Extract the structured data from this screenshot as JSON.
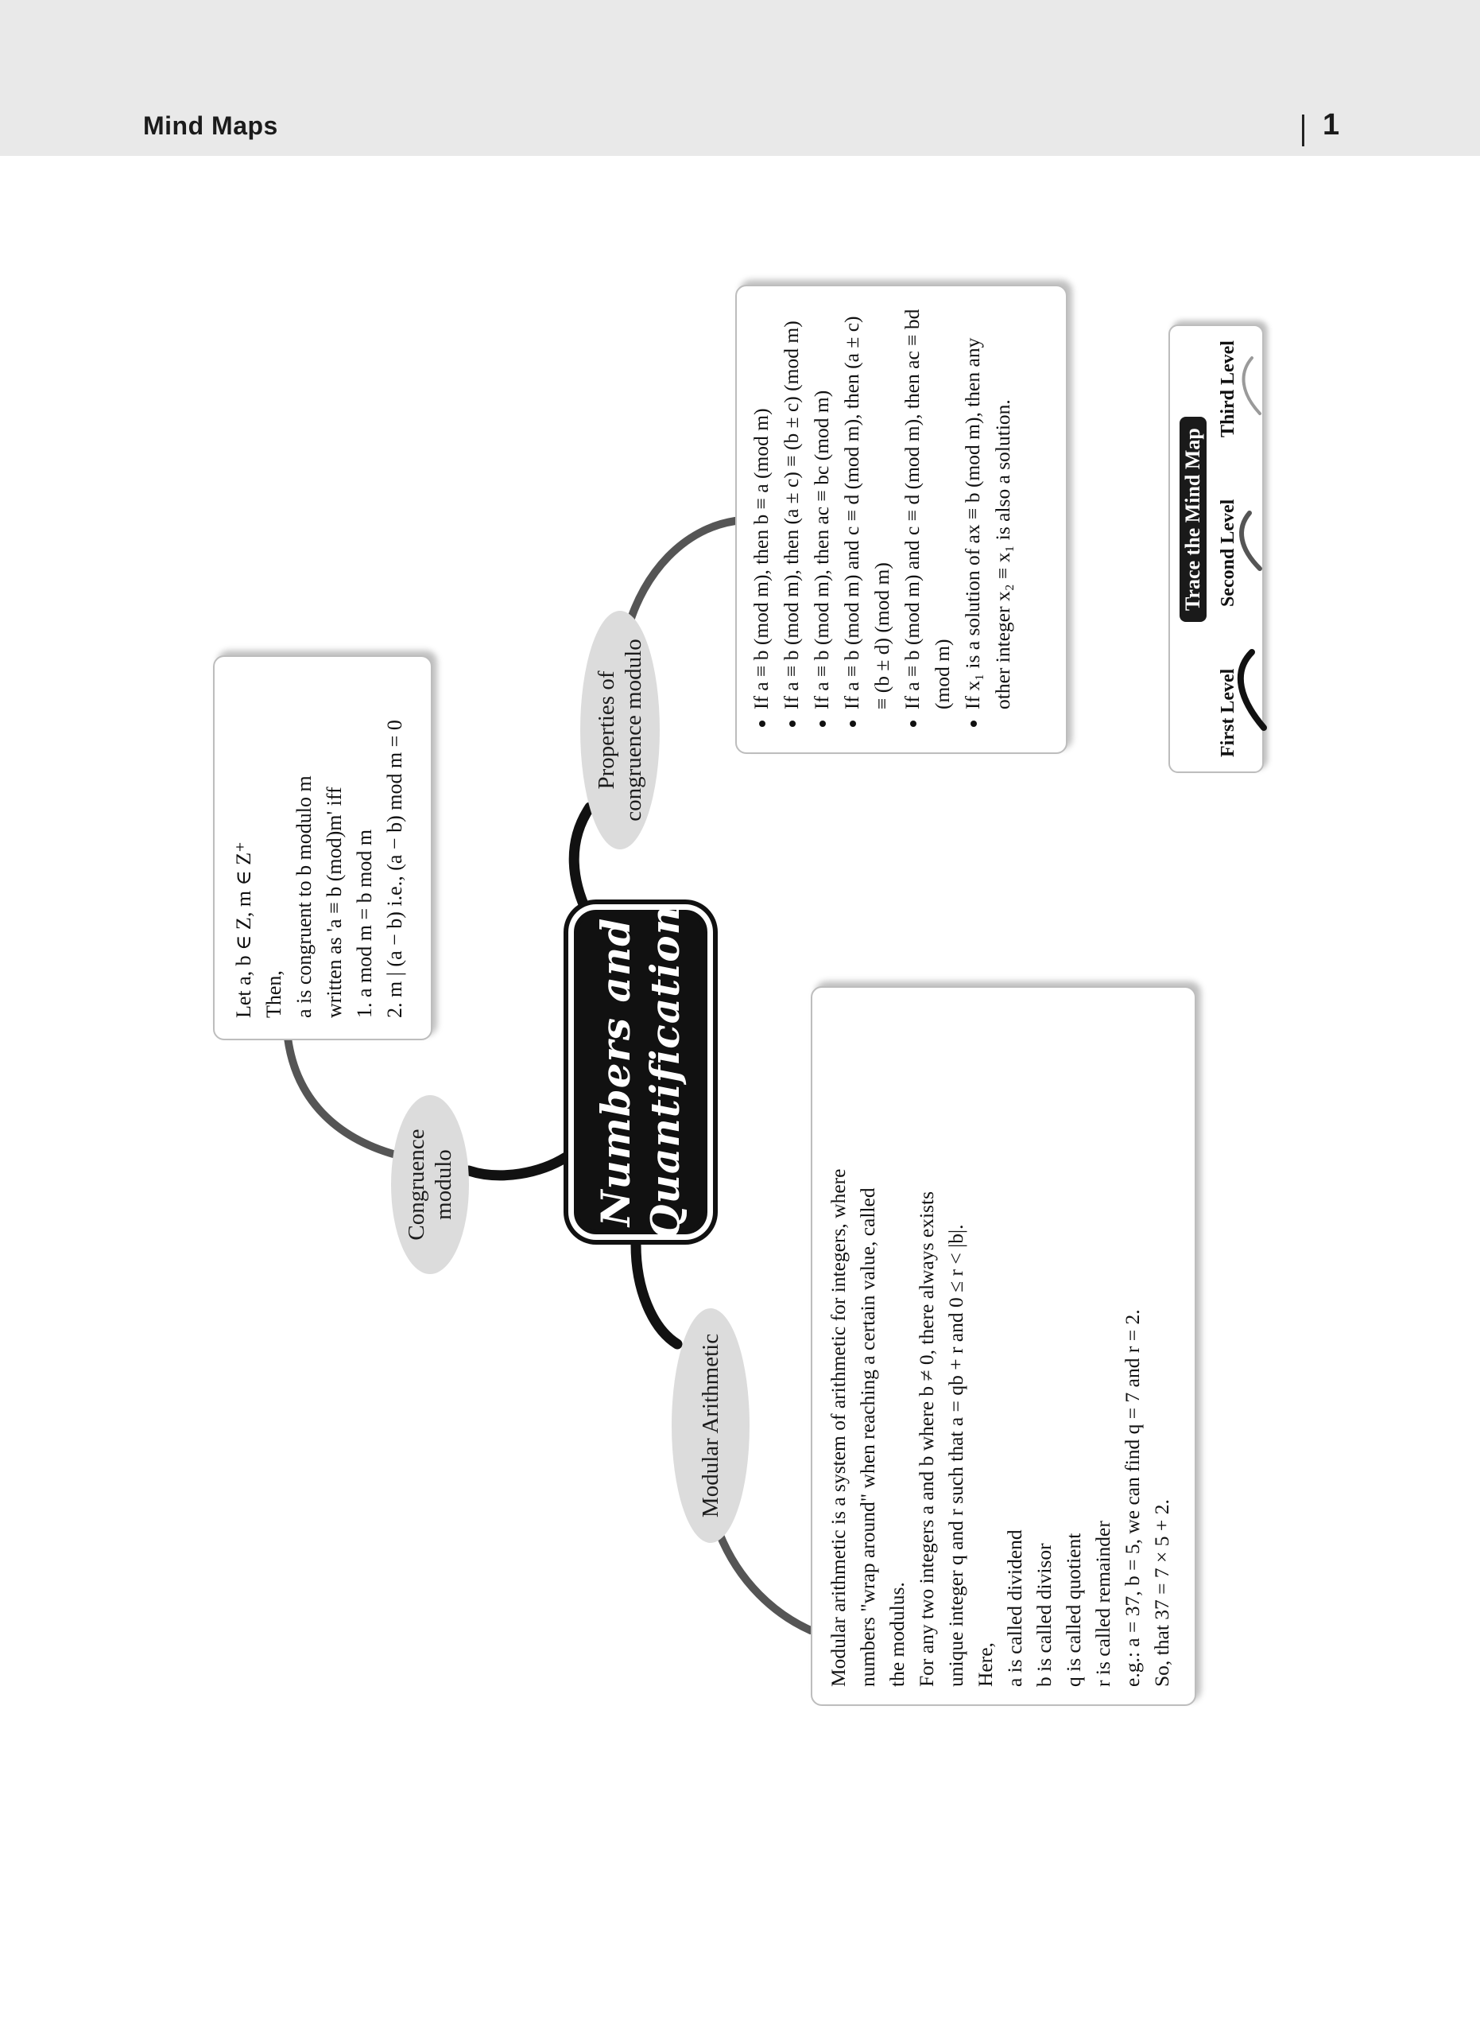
{
  "header": {
    "title": "Mind Maps",
    "page_number": "1"
  },
  "central": {
    "line1": "Numbers and",
    "line2": "Quantification"
  },
  "branches": {
    "congruence": {
      "label_line1": "Congruence",
      "label_line2": "modulo",
      "lines": [
        "Let a, b ∈ Z, m ∈ Z⁺",
        "Then,",
        "a is congruent to b modulo m",
        "written as 'a ≡ b (mod)m' iff",
        "1. a mod m = b mod m",
        "2. m | (a − b) i.e., (a − b) mod m = 0"
      ]
    },
    "properties": {
      "label_line1": "Properties of",
      "label_line2": "congruence modulo",
      "bullets": [
        "If a ≡ b (mod m), then b ≡ a (mod m)",
        "If a ≡ b (mod m), then (a ± c) ≡ (b ± c) (mod m)",
        "If a ≡ b (mod m), then ac ≡ bc (mod m)",
        "If a ≡ b (mod m) and c ≡ d (mod m), then (a ± c) ≡ (b ± d) (mod m)",
        "If a ≡ b (mod m) and c ≡ d (mod m), then ac ≡ bd (mod m)",
        "If x₁ is a solution of ax ≡ b (mod m), then any other integer x₂ ≡ x₁ is also a solution."
      ]
    },
    "modular": {
      "label": "Modular Arithmetic",
      "lines": [
        "Modular arithmetic is a system of arithmetic for integers, where",
        "numbers \"wrap around\" when reaching a certain value, called",
        "the modulus.",
        "For any two integers a and b where b ≠ 0, there always exists",
        "unique integer q and r such that a = qb + r and 0 ≤ r < |b|.",
        "Here,",
        "a is called dividend",
        "b is called divisor",
        "q is called quotient",
        "r is called remainder",
        "e.g.: a = 37, b = 5, we can find q = 7 and r = 2.",
        "So, that 37 = 7 × 5 + 2."
      ]
    }
  },
  "legend": {
    "title": "Trace the Mind Map",
    "levels": [
      "First Level",
      "Second Level",
      "Third Level"
    ]
  },
  "colors": {
    "first_level": "#111111",
    "second_level": "#555555",
    "third_level": "#9a9a9a",
    "node_fill": "#dcdcdc",
    "header_bg": "#e9e9e9"
  }
}
